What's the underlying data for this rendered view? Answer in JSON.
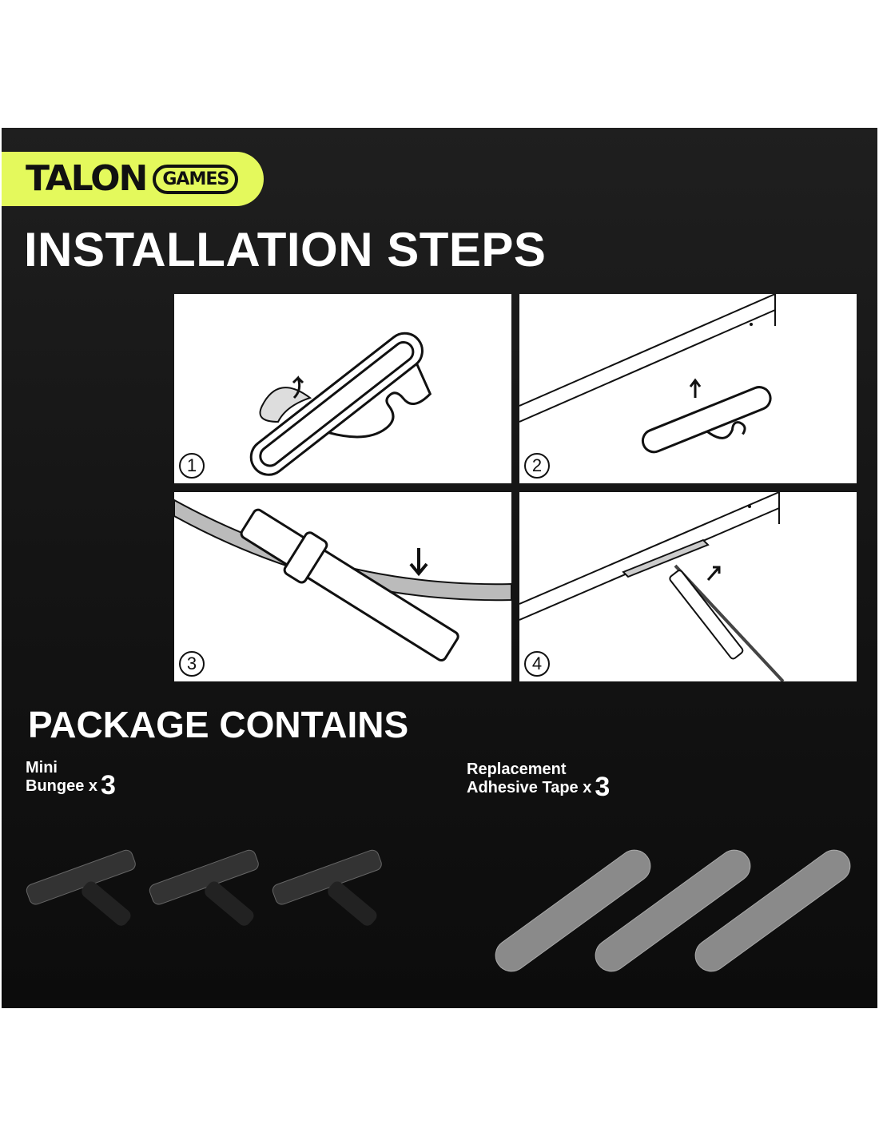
{
  "brand": {
    "name": "TALON",
    "suffix": "GAMES",
    "accent": "#e4f95c"
  },
  "headings": {
    "installation": "INSTALLATION STEPS",
    "package": "PACKAGE CONTAINS"
  },
  "steps": [
    {
      "number": "1"
    },
    {
      "number": "2"
    },
    {
      "number": "3"
    },
    {
      "number": "4"
    }
  ],
  "package": [
    {
      "line1": "Mini",
      "line2": "Bungee x",
      "qty": "3"
    },
    {
      "line1": "Replacement",
      "line2": "Adhesive Tape x",
      "qty": "3"
    }
  ]
}
